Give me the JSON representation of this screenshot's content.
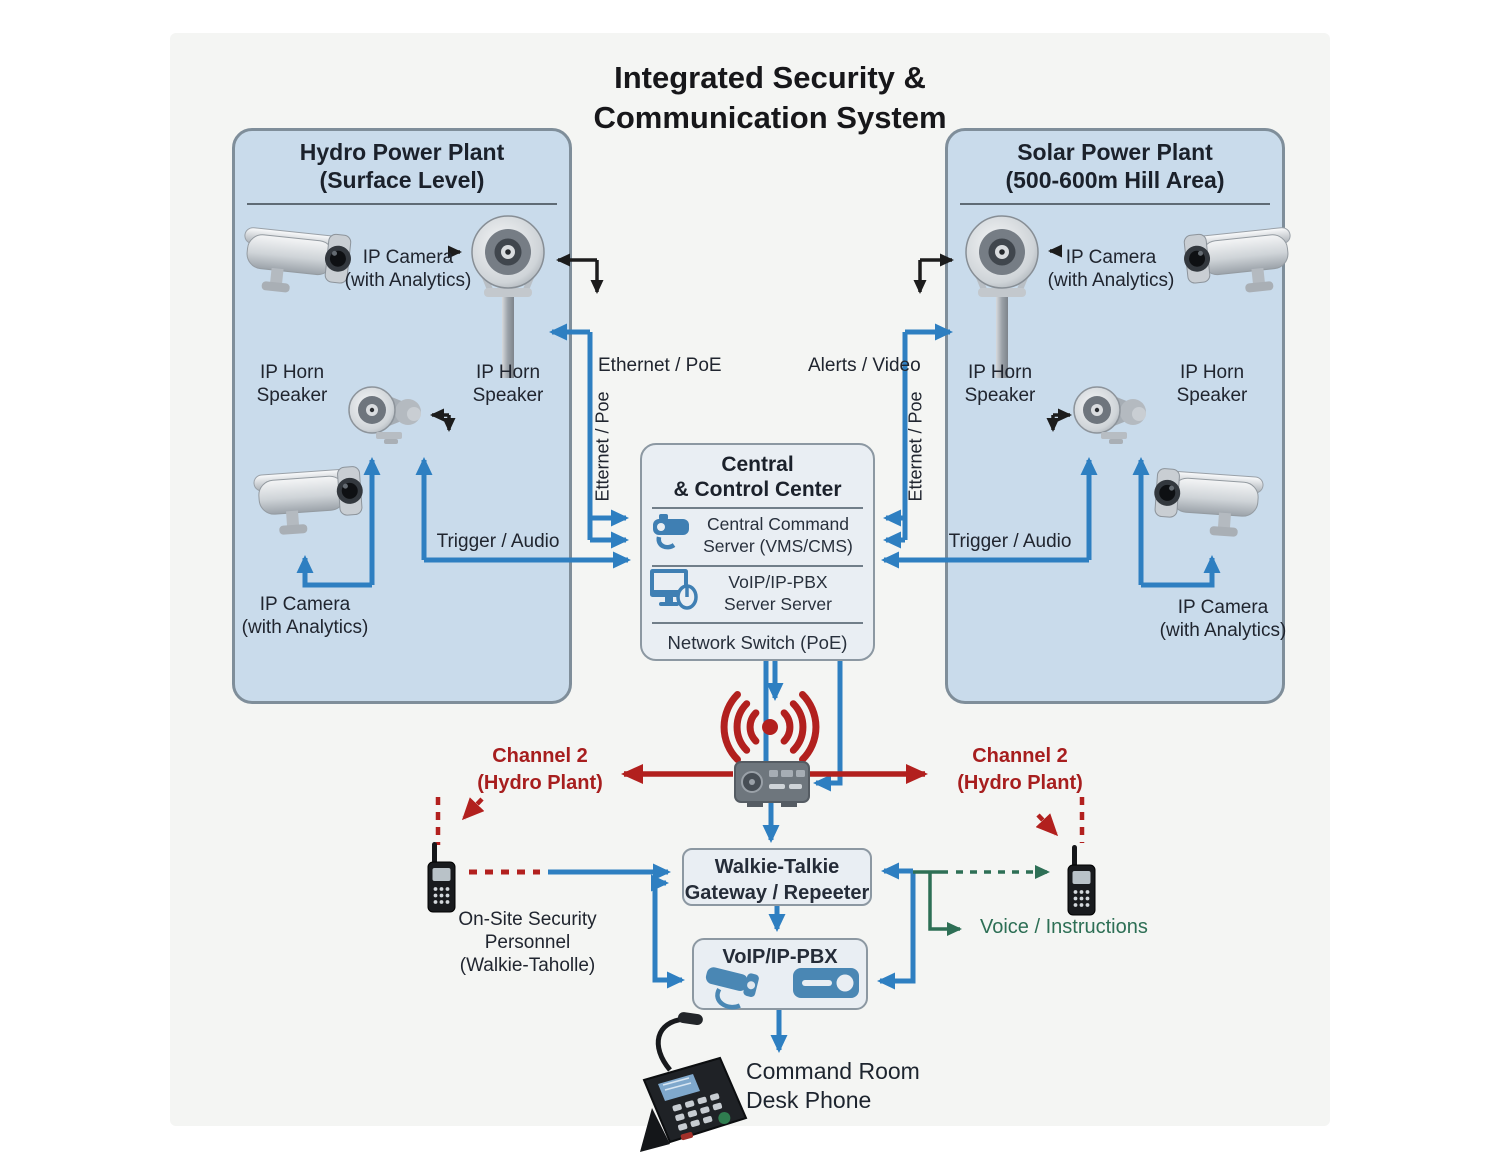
{
  "title": {
    "line1": "Integrated Security &",
    "line2": "Communication System"
  },
  "plants": {
    "hydro": {
      "title": "Hydro Power Plant",
      "subtitle": "(Surface Level)"
    },
    "solar": {
      "title": "Solar Power Plant",
      "subtitle": "(500-600m Hill Area)"
    }
  },
  "labels": {
    "ip_camera_line1": "IP Camera",
    "ip_camera_line2": "(with Analytics)",
    "ip_horn_speaker": "IP Horn Speaker",
    "ethernet_poe": "Ethernet / PoE",
    "etternet_poe_vertical": "Etternet / Poe",
    "alerts_video": "Alerts / Video",
    "trigger_audio": "Trigger / Audio"
  },
  "central": {
    "title_line1": "Central",
    "title_line2": "& Control Center",
    "command_server_line1": "Central Command",
    "command_server_line2": "Server (VMS/CMS)",
    "voip_server_line1": "VoIP/IP-PBX",
    "voip_server_line2": "Server Server",
    "network_switch": "Network Switch (PoE)"
  },
  "radio": {
    "channel_left_line1": "Channel 2",
    "channel_left_line2": "(Hydro Plant)",
    "channel_right_line1": "Channel 2",
    "channel_right_line2": "(Hydro Plant)"
  },
  "gateway": {
    "line1": "Walkie-Talkie",
    "line2": "Gateway / Repeeter"
  },
  "voip_box": {
    "title": "VoIP/IP-PBX"
  },
  "onsite": {
    "line1": "On-Site Security",
    "line2": "Personnel",
    "line3": "(Walkie-Taholle)"
  },
  "voice_instructions": "Voice / Instructions",
  "desk_phone": {
    "line1": "Command Room",
    "line2": "Desk Phone"
  },
  "colors": {
    "link_blue": "#2e7fc1",
    "alert_red": "#b2201e",
    "voice_green": "#2d6f55",
    "plant_box_fill": "#c9dbeb",
    "panel_fill": "#e9eef3",
    "ink": "#1d2430"
  }
}
